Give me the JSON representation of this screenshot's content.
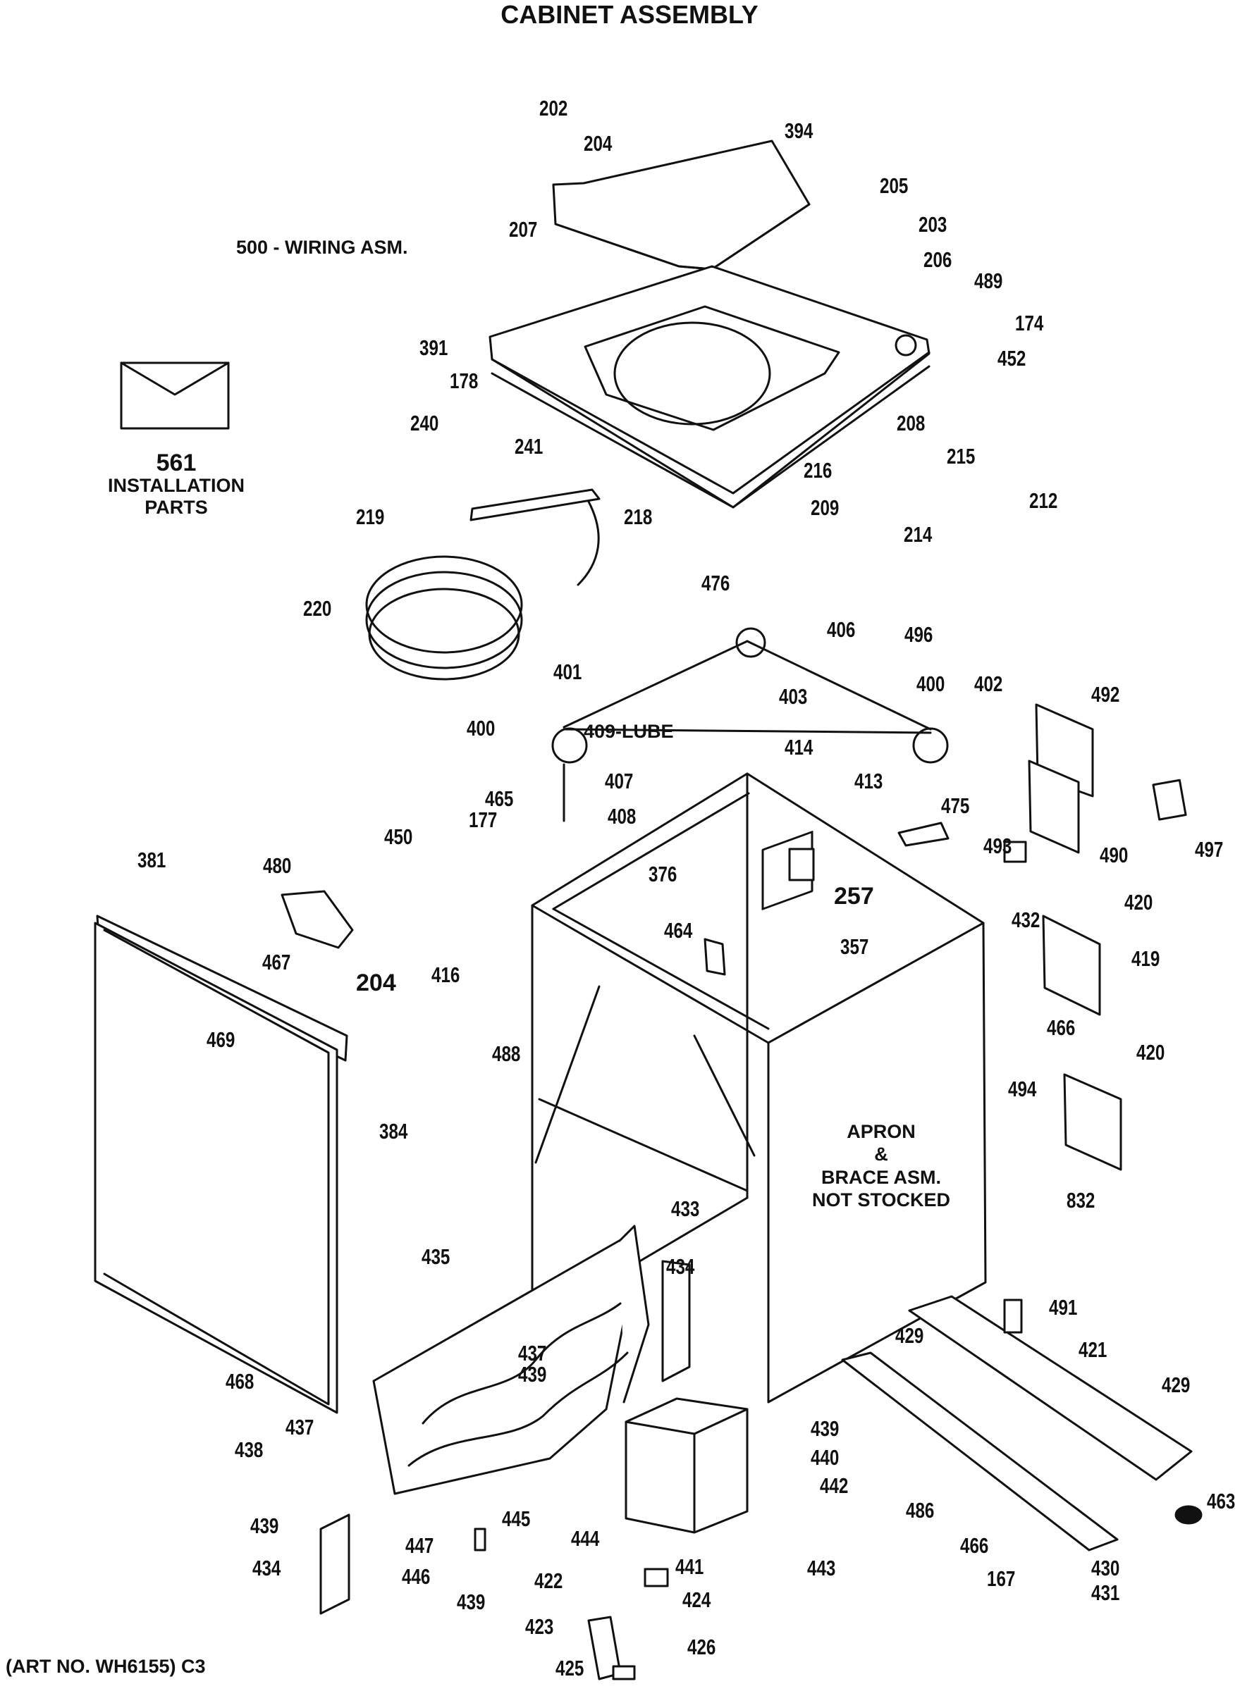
{
  "title": "CABINET ASSEMBLY",
  "wiring_note": "500 - WIRING ASM.",
  "installation": {
    "number": "561",
    "line1": "INSTALLATION",
    "line2": "PARTS"
  },
  "apron_note": [
    "APRON",
    "&",
    "BRACE ASM.",
    "NOT STOCKED"
  ],
  "art_number": "(ART NO. WH6155) C3",
  "lube_label": "409-LUBE",
  "part_labels": {
    "p202": "202",
    "p204a": "204",
    "p394": "394",
    "p205": "205",
    "p203": "203",
    "p207": "207",
    "p206": "206",
    "p489": "489",
    "p174": "174",
    "p391": "391",
    "p452": "452",
    "p178": "178",
    "p240": "240",
    "p241": "241",
    "p208": "208",
    "p215": "215",
    "p216": "216",
    "p209": "209",
    "p212": "212",
    "p214": "214",
    "p219": "219",
    "p218": "218",
    "p220": "220",
    "p476": "476",
    "p406": "406",
    "p496": "496",
    "p401": "401",
    "p403": "403",
    "p400a": "400",
    "p402": "402",
    "p492": "492",
    "p400b": "400",
    "p414": "414",
    "p407": "407",
    "p413": "413",
    "p465": "465",
    "p408": "408",
    "p475": "475",
    "p177": "177",
    "p450": "450",
    "p493": "493",
    "p490": "490",
    "p497": "497",
    "p381": "381",
    "p480": "480",
    "p376": "376",
    "p257": "257",
    "p432": "432",
    "p420a": "420",
    "p357": "357",
    "p464": "464",
    "p419": "419",
    "p467": "467",
    "p204b": "204",
    "p416": "416",
    "p466a": "466",
    "p469": "469",
    "p488": "488",
    "p420b": "420",
    "p494": "494",
    "p384": "384",
    "p832": "832",
    "p433": "433",
    "p435": "435",
    "p434a": "434",
    "p491": "491",
    "p437a": "437",
    "p439a": "439",
    "p429a": "429",
    "p421": "421",
    "p468": "468",
    "p429b": "429",
    "p437b": "437",
    "p439b": "439",
    "p440": "440",
    "p438": "438",
    "p442": "442",
    "p463": "463",
    "p439c": "439",
    "p445": "445",
    "p486": "486",
    "p447": "447",
    "p444": "444",
    "p466b": "466",
    "p434b": "434",
    "p446": "446",
    "p441": "441",
    "p443": "443",
    "p167": "167",
    "p430": "430",
    "p439d": "439",
    "p422": "422",
    "p424": "424",
    "p431": "431",
    "p423": "423",
    "p425": "425",
    "p426": "426"
  }
}
